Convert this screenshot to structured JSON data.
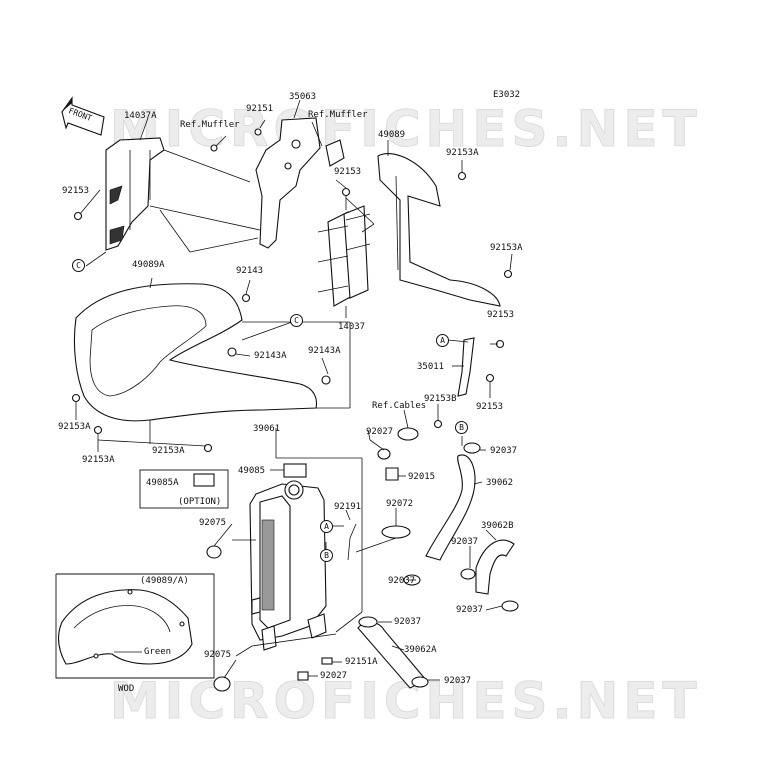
{
  "watermark": {
    "text": "MICROFICHES.NET"
  },
  "diagram": {
    "code": "E3032",
    "front_label": "FRONT"
  },
  "markers": {
    "A": "A",
    "B": "B",
    "C": "C"
  },
  "labels": {
    "l14037A": "14037A",
    "refMuffler1": "Ref.Muffler",
    "l92151": "92151",
    "l35063": "35063",
    "refMuffler2": "Ref.Muffler",
    "l49089": "49089",
    "l92153A_1": "92153A",
    "l92153_1": "92153",
    "l92153_2": "92153",
    "l92153A_2": "92153A",
    "l49089A": "49089A",
    "l92143": "92143",
    "l14037": "14037",
    "l92153_3": "92153",
    "l92143A_1": "92143A",
    "l92143A_2": "92143A",
    "l35011": "35011",
    "l92153A_3": "92153A",
    "l92153A_4": "92153A",
    "l92153A_5": "92153A",
    "refCables": "Ref.Cables",
    "l92153B": "92153B",
    "l92153_4": "92153",
    "l39061": "39061",
    "l92027_1": "92027",
    "l92037_1": "92037",
    "l49085": "49085",
    "l92015": "92015",
    "l49085A": "49085A",
    "option": "(OPTION)",
    "l39062": "39062",
    "l92191": "92191",
    "l92072": "92072",
    "l92075_1": "92075",
    "l39062B": "39062B",
    "l92037_2": "92037",
    "l92037_3": "92037",
    "l92037_4": "92037",
    "l49089A_inset": "(49089/A)",
    "green": "Green",
    "l92037_5": "92037",
    "l92075_2": "92075",
    "l92151A": "92151A",
    "l39062A": "39062A",
    "l92027_2": "92027",
    "l92037_6": "92037",
    "wod": "WOD"
  }
}
